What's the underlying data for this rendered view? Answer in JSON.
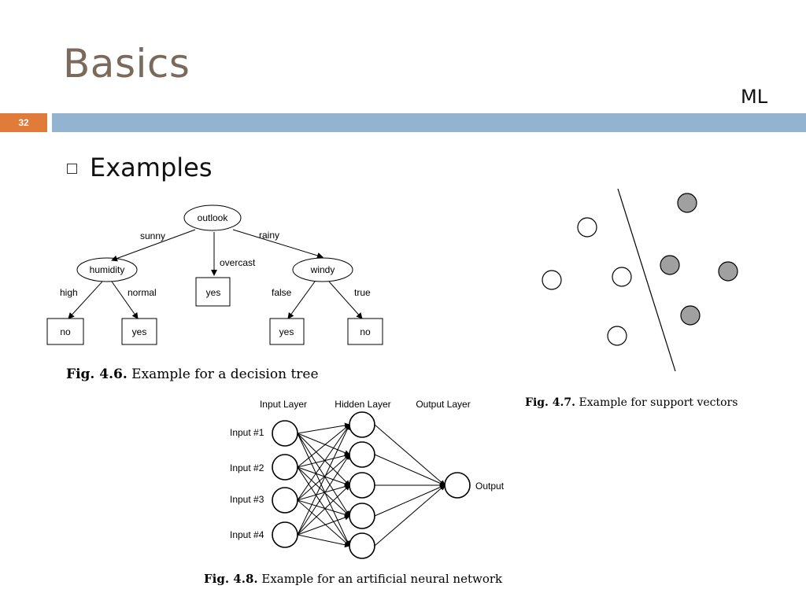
{
  "slide": {
    "title": "Basics",
    "course_label": "ML",
    "slide_number": "32",
    "bullet": "Examples"
  },
  "tree": {
    "root": "outlook",
    "edges": {
      "sunny": "sunny",
      "overcast": "overcast",
      "rainy": "rainy",
      "high": "high",
      "normal": "normal",
      "false": "false",
      "true": "true"
    },
    "nodes": {
      "humidity": "humidity",
      "windy": "windy"
    },
    "leaves": [
      "no",
      "yes",
      "yes",
      "yes",
      "no"
    ],
    "caption_fig": "Fig. 4.6.",
    "caption_text": "Example for a decision tree"
  },
  "svm": {
    "caption_fig": "Fig. 4.7.",
    "caption_text": "Example for support vectors"
  },
  "nn": {
    "layer_labels": [
      "Input Layer",
      "Hidden Layer",
      "Output Layer"
    ],
    "inputs": [
      "Input #1",
      "Input #2",
      "Input #3",
      "Input #4"
    ],
    "output": "Output",
    "caption_fig": "Fig. 4.8.",
    "caption_text": "Example for an artificial neural network"
  }
}
